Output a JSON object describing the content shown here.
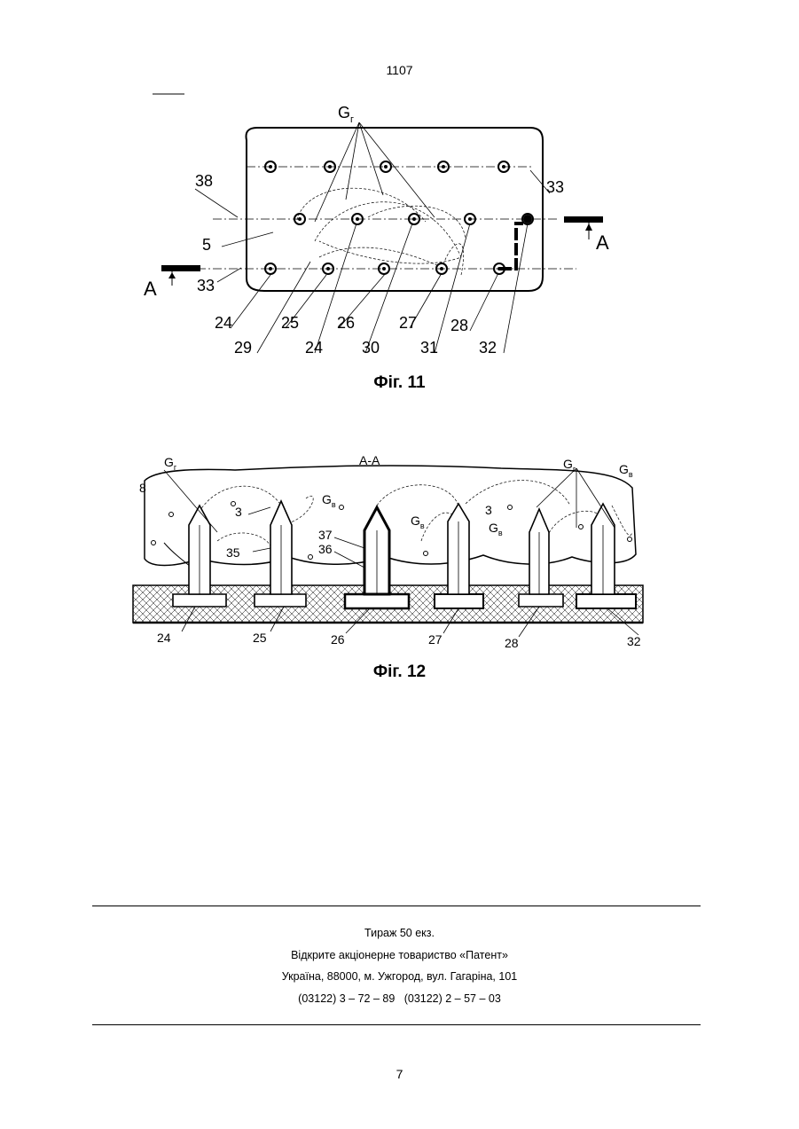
{
  "header": {
    "journal_number": "1107"
  },
  "figure11": {
    "caption": "Фіг. 11",
    "gr_label": "G",
    "gr_sub": "г",
    "section_letter": "A",
    "labels": {
      "l38": "38",
      "l33a": "33",
      "l5": "5",
      "l33b": "33",
      "l24a": "24",
      "l29": "29",
      "l25": "25",
      "l24b": "24",
      "l26": "26",
      "l30": "30",
      "l27": "27",
      "l31": "31",
      "l28": "28",
      "l32": "32"
    }
  },
  "figure12": {
    "caption": "Фіг. 12",
    "section_title": "A-A",
    "g": "G",
    "sub_g": "г",
    "sub_v": "в",
    "labels": {
      "l8": "8",
      "l3a": "3",
      "l35": "35",
      "l37": "37",
      "l36": "36",
      "l3b": "3",
      "l24": "24",
      "l25": "25",
      "l26": "26",
      "l27": "27",
      "l28": "28",
      "l32": "32"
    }
  },
  "imprint": {
    "line1": "Тираж 50 екз.",
    "line2": "Відкрите акціонерне товариство «Патент»",
    "line3": "Україна, 88000, м. Ужгород, вул. Гагаріна, 101",
    "line4": "(03122) 3 – 72 – 89   (03122) 2 – 57 – 03"
  },
  "footer": {
    "page_number": "7"
  }
}
